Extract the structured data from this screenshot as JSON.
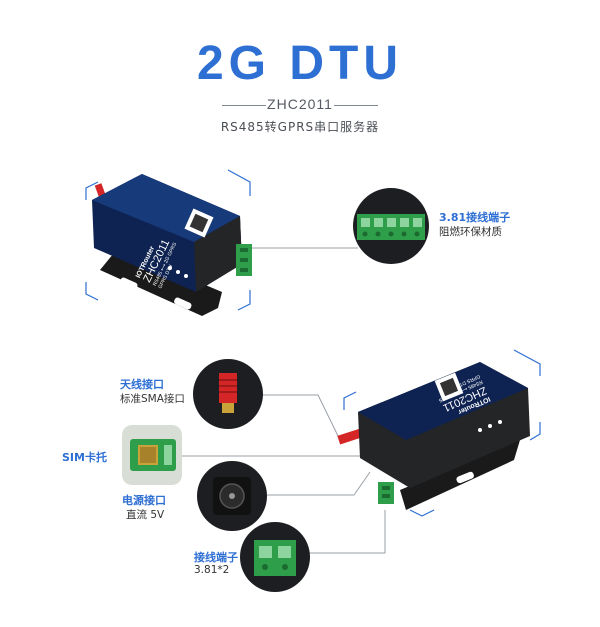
{
  "header": {
    "title": "2G DTU",
    "model": "ZHC2011",
    "subtitle": "RS485转GPRS串口服务器"
  },
  "features": {
    "terminal_381": {
      "title": "3.81接线端子",
      "desc": "阻燃环保材质"
    },
    "antenna": {
      "title": "天线接口",
      "desc": "标准SMA接口"
    },
    "sim": {
      "title": "SIM卡托"
    },
    "power": {
      "title": "电源接口",
      "desc": "直流 5V"
    },
    "terminal_2": {
      "title": "接线端子",
      "desc": "3.81*2"
    }
  },
  "device": {
    "brand": "IOTRouter",
    "model": "ZHC2011",
    "line1": "RS485 ⟷ 2G GPRS",
    "line2": "GPRS DTU"
  },
  "colors": {
    "accent": "#2e6fd3",
    "device_body": "#0e2352",
    "terminal_green": "#2f9e4a",
    "antenna_red": "#d42626"
  }
}
